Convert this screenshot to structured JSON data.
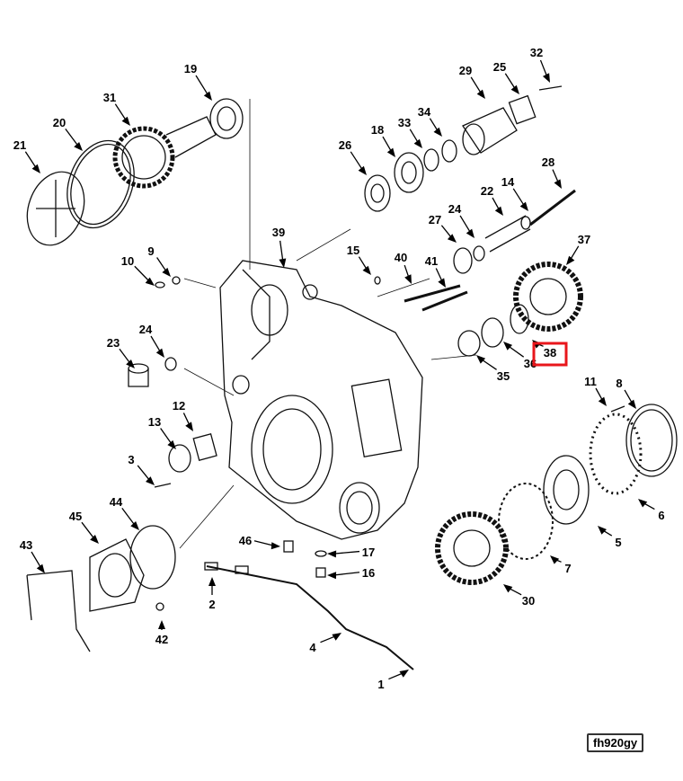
{
  "diagram": {
    "figure_code": "fh920gy",
    "highlight_color": "#e8161b",
    "highlighted_callout": "38",
    "callouts": [
      "19",
      "31",
      "20",
      "21",
      "26",
      "18",
      "33",
      "34",
      "29",
      "25",
      "32",
      "28",
      "22",
      "14",
      "27",
      "24",
      "39",
      "15",
      "40",
      "41",
      "37",
      "9",
      "10",
      "23",
      "24",
      "12",
      "13",
      "3",
      "11",
      "8",
      "6",
      "5",
      "7",
      "30",
      "35",
      "36",
      "38",
      "44",
      "45",
      "43",
      "42",
      "2",
      "46",
      "17",
      "16",
      "4",
      "1"
    ]
  }
}
